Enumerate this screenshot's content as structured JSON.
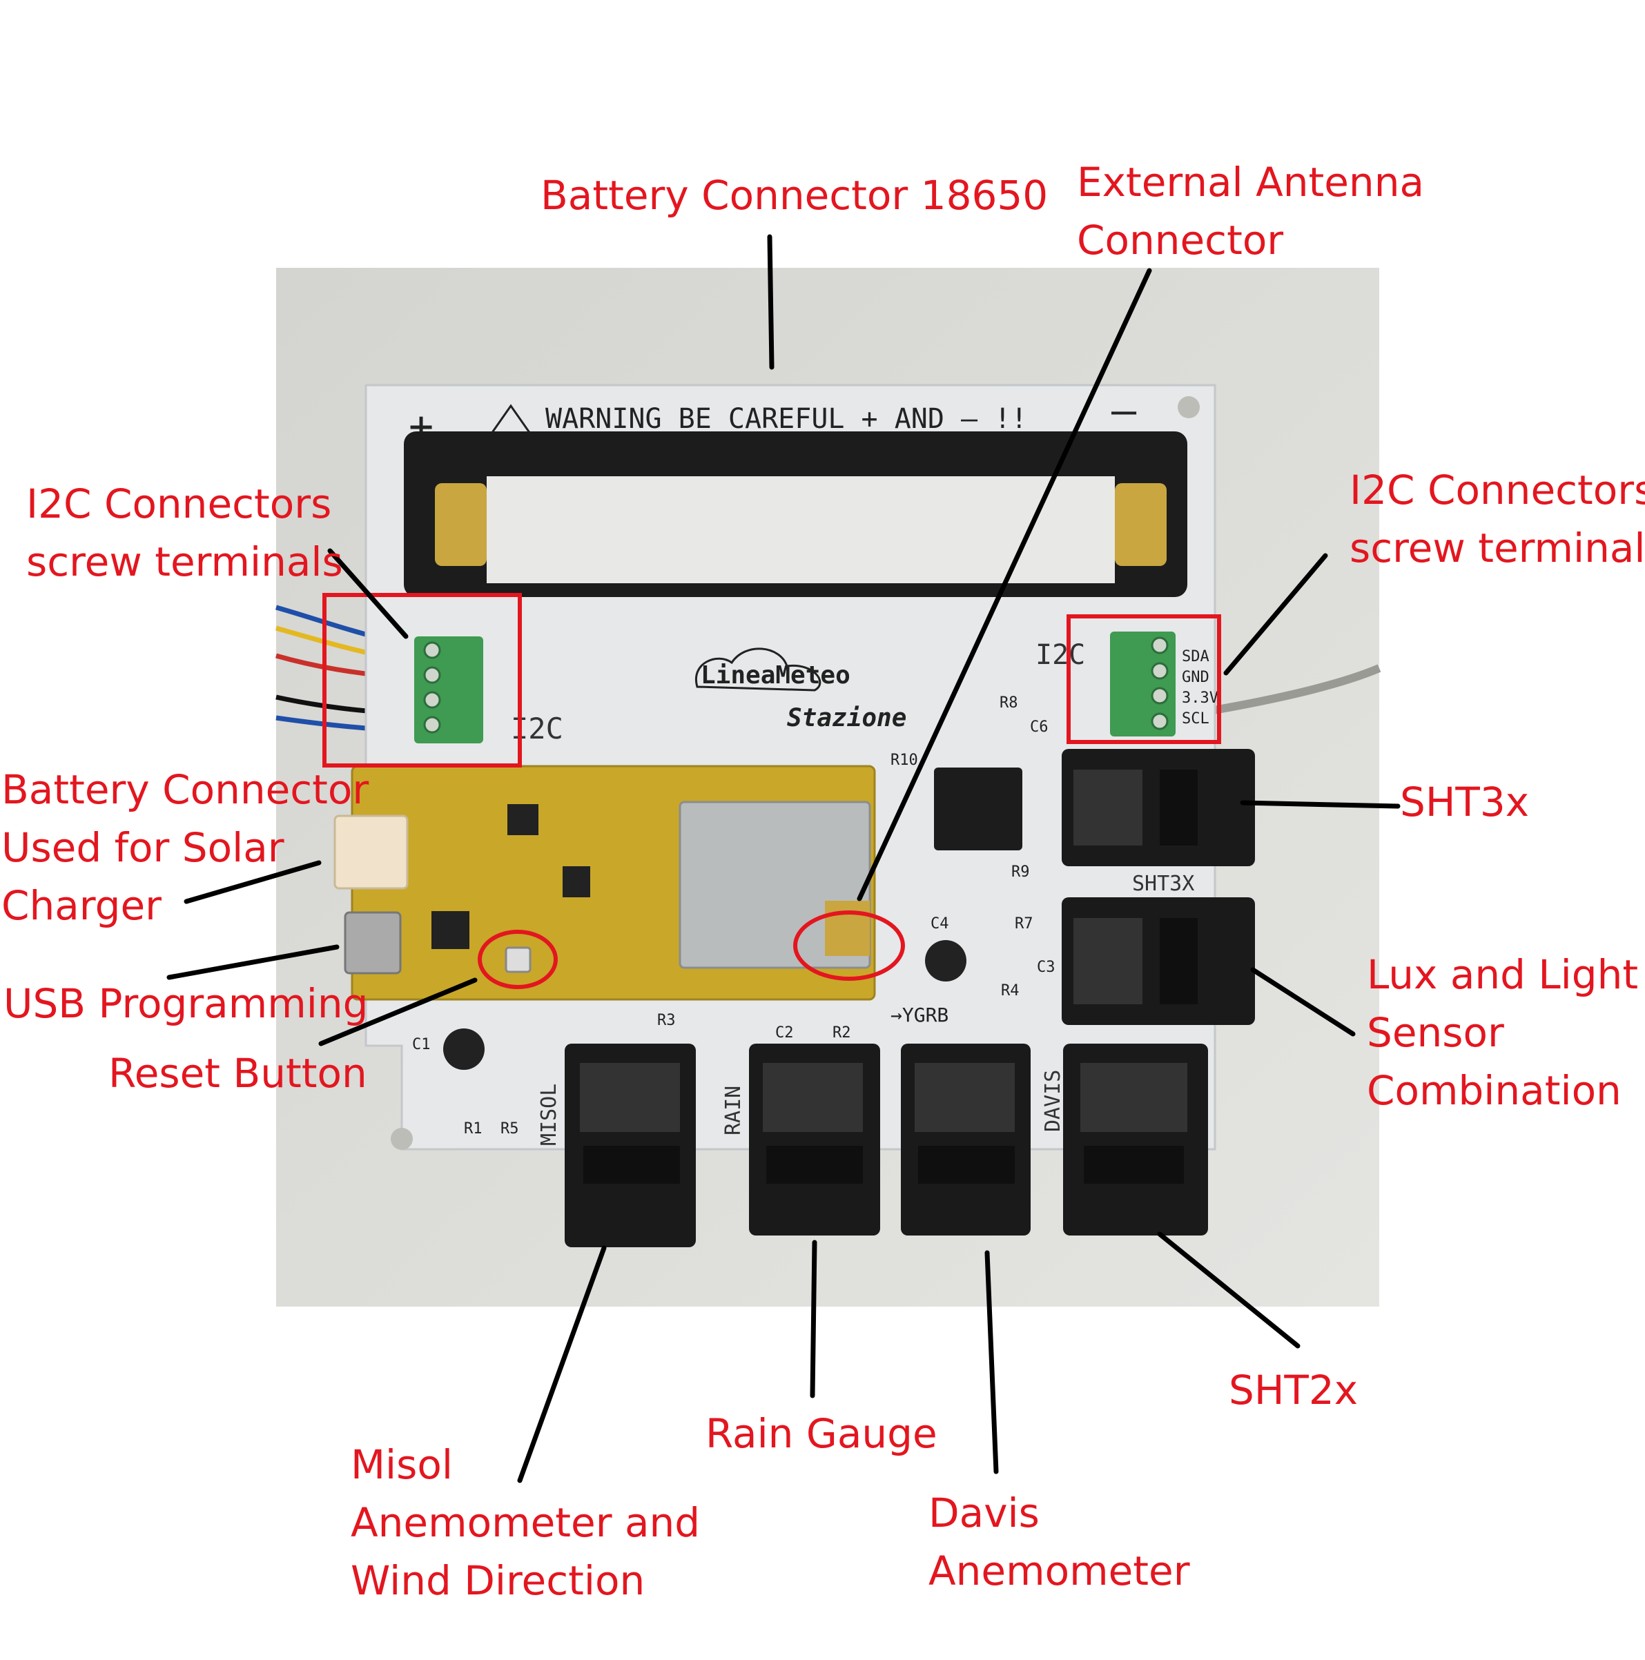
{
  "colors": {
    "label": "#e3161f",
    "leader": "#000000",
    "highlight": "#e3161f",
    "board": "#e6e8ea",
    "photo_bg": "#d9d9d6",
    "connector": "#1a1a1a",
    "terminal": "#3f9a52",
    "module": "#c9a729"
  },
  "labels": {
    "battery_18650": [
      "Battery Connector 18650"
    ],
    "antenna": [
      "External Antenna",
      "Connector"
    ],
    "i2c_left": [
      "I2C Connectors",
      "screw terminals"
    ],
    "i2c_right": [
      "I2C Connectors",
      "screw terminal"
    ],
    "battery_solar": [
      "Battery Connector",
      "Used for Solar",
      "Charger"
    ],
    "usb": [
      "USB Programming"
    ],
    "reset": [
      "Reset Button"
    ],
    "sht3x": [
      "SHT3x"
    ],
    "lux": [
      "Lux and Light",
      "Sensor",
      "Combination"
    ],
    "sht2x": [
      "SHT2x"
    ],
    "rain": [
      "Rain Gauge"
    ],
    "davis": [
      "Davis",
      "Anemometer"
    ],
    "misol": [
      "Misol",
      "Anemometer and",
      "Wind Direction"
    ]
  },
  "board_text": {
    "warning": "WARNING BE CAREFUL + AND – !!",
    "plus": "+",
    "minus": "–",
    "logo": "LineaMeteo",
    "product": "Stazione",
    "i2c": "I2C",
    "pins": [
      "SDA",
      "GND",
      "3.3V",
      "SCL"
    ],
    "sht3x_silk": "SHT3X",
    "port_misol": "MISOL",
    "port_rain": "RAIN",
    "port_davis": "DAVIS",
    "ygrb": "→YGRB",
    "refs": [
      "R1",
      "R5",
      "C1",
      "R3",
      "C2",
      "R2",
      "R4",
      "C3",
      "C4",
      "R7",
      "R9",
      "R8",
      "C6",
      "R10"
    ]
  }
}
